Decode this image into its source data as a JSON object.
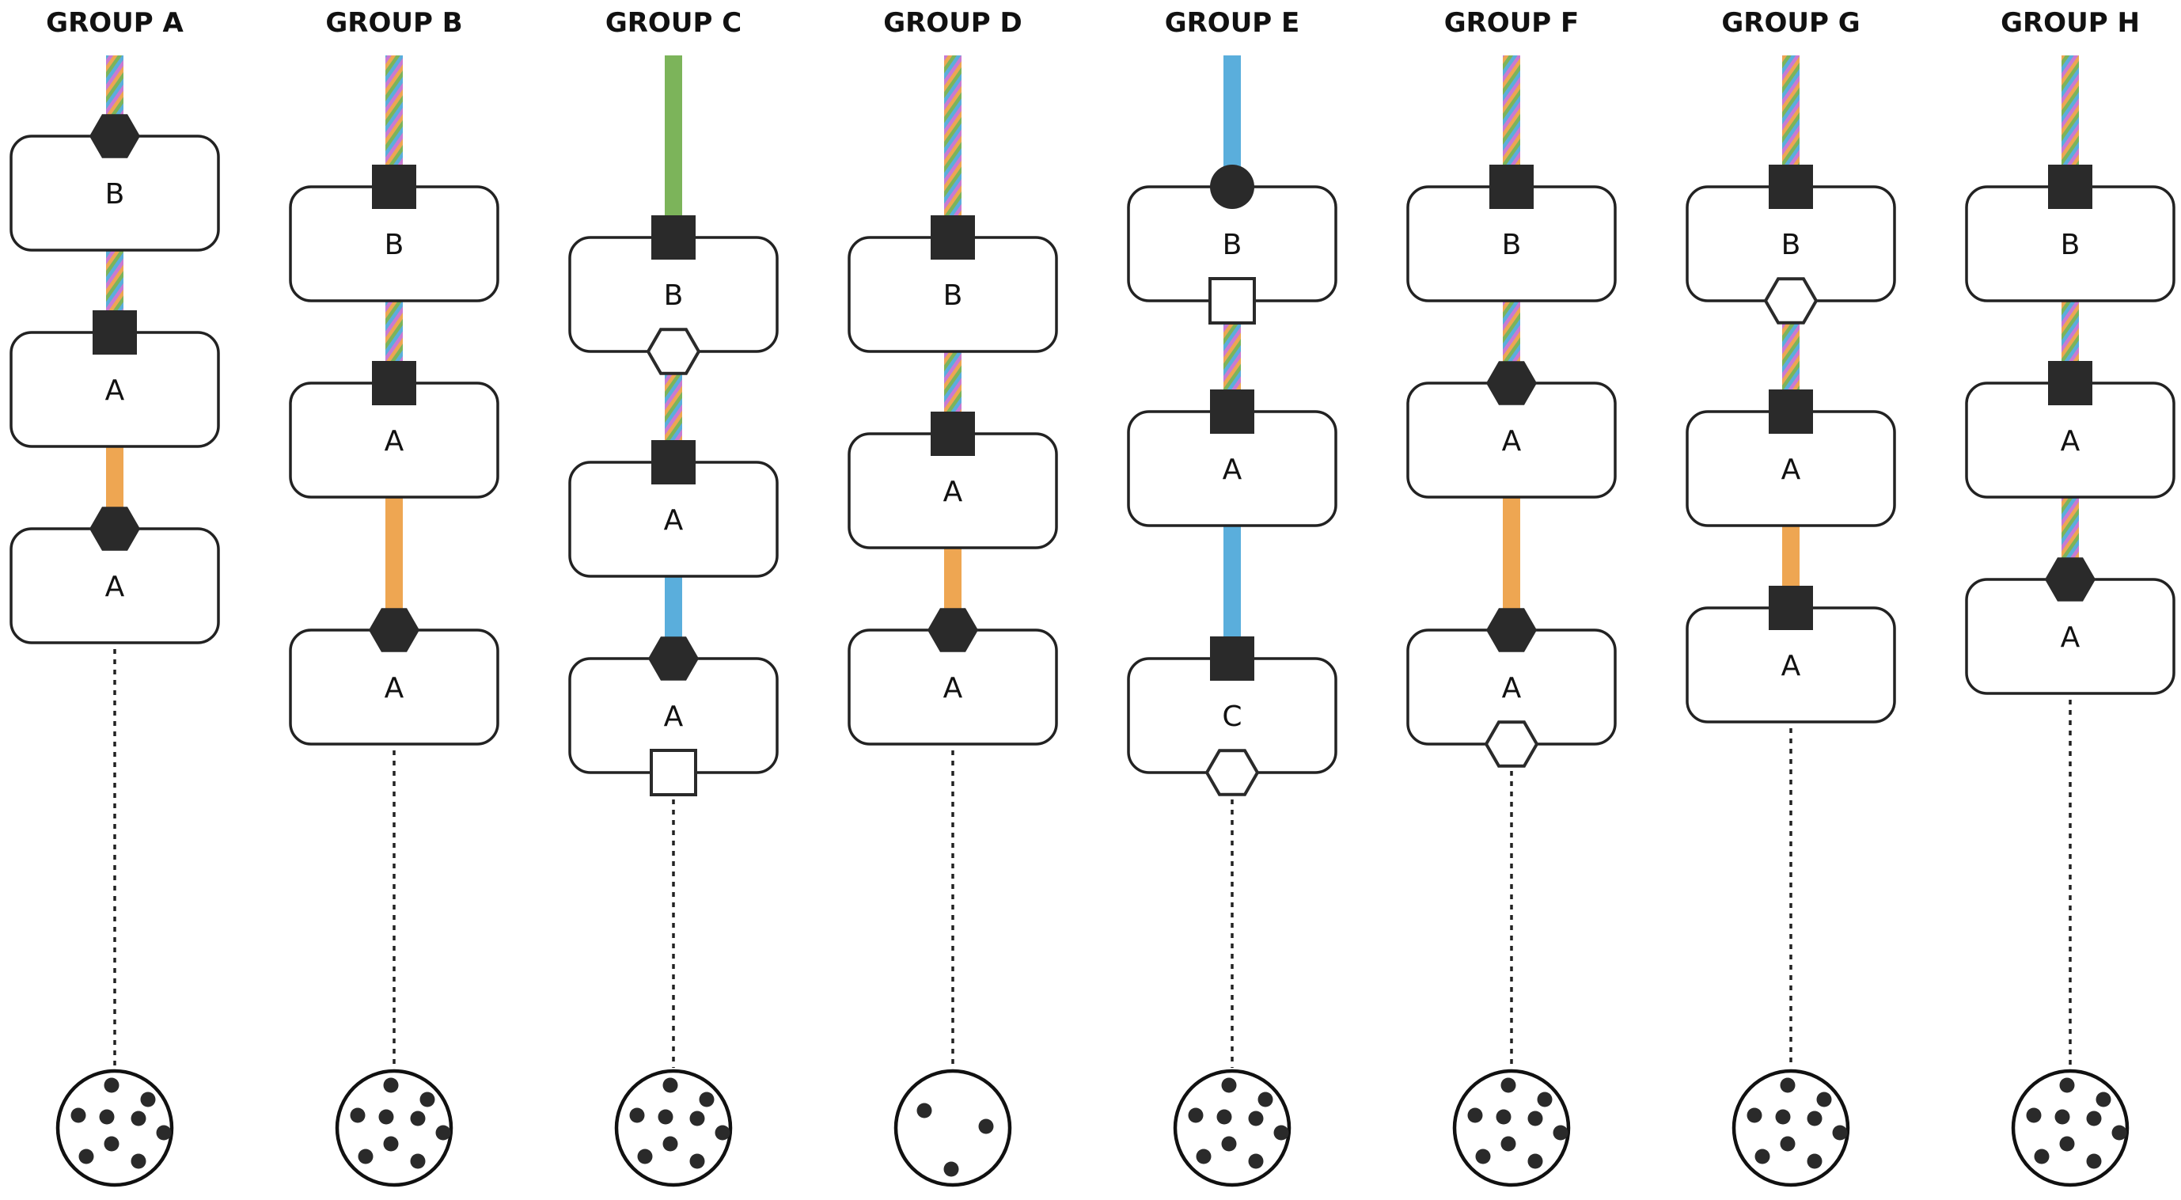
{
  "palette": {
    "green": "#7cb45a",
    "blue": "#5aaedc",
    "orange": "#eea652",
    "dark": "#2a2a2a",
    "rainbow": [
      "#7cb45a",
      "#5aaedc",
      "#c97ad2",
      "#eea652"
    ]
  },
  "groups": [
    {
      "title": "GROUP A",
      "top_link": "rainbow",
      "modules": [
        {
          "label": "B",
          "top": "hexagon-filled",
          "bottom": null
        },
        {
          "label": "A",
          "top": "square-filled",
          "bottom": null
        },
        {
          "label": "A",
          "top": "hexagon-filled",
          "bottom": null
        }
      ],
      "links": [
        "rainbow",
        "orange"
      ],
      "dots": 9
    },
    {
      "title": "GROUP B",
      "top_link": "rainbow",
      "modules": [
        {
          "label": "B",
          "top": "square-filled",
          "bottom": null
        },
        {
          "label": "A",
          "top": "square-filled",
          "bottom": null
        },
        {
          "label": "A",
          "top": "hexagon-filled",
          "bottom": null
        }
      ],
      "links": [
        "rainbow",
        "orange"
      ],
      "dots": 9
    },
    {
      "title": "GROUP C",
      "top_link": "green",
      "modules": [
        {
          "label": "B",
          "top": "square-filled",
          "bottom": "hexagon-open"
        },
        {
          "label": "A",
          "top": "square-filled",
          "bottom": null
        },
        {
          "label": "A",
          "top": "hexagon-filled",
          "bottom": "square-open"
        }
      ],
      "links": [
        "rainbow",
        "blue"
      ],
      "dots": 9
    },
    {
      "title": "GROUP D",
      "top_link": "rainbow",
      "modules": [
        {
          "label": "B",
          "top": "square-filled",
          "bottom": null
        },
        {
          "label": "A",
          "top": "square-filled",
          "bottom": null
        },
        {
          "label": "A",
          "top": "hexagon-filled",
          "bottom": null
        }
      ],
      "links": [
        "rainbow",
        "orange"
      ],
      "dots": 3
    },
    {
      "title": "GROUP E",
      "top_link": "blue",
      "modules": [
        {
          "label": "B",
          "top": "circle-filled",
          "bottom": "square-open"
        },
        {
          "label": "A",
          "top": "square-filled",
          "bottom": null
        },
        {
          "label": "C",
          "top": "square-filled",
          "bottom": "hexagon-open"
        }
      ],
      "links": [
        "rainbow",
        "blue"
      ],
      "dots": 9
    },
    {
      "title": "GROUP F",
      "top_link": "rainbow",
      "modules": [
        {
          "label": "B",
          "top": "square-filled",
          "bottom": null
        },
        {
          "label": "A",
          "top": "hexagon-filled",
          "bottom": null
        },
        {
          "label": "A",
          "top": "hexagon-filled",
          "bottom": "hexagon-open"
        }
      ],
      "links": [
        "rainbow",
        "orange"
      ],
      "dots": 9
    },
    {
      "title": "GROUP G",
      "top_link": "rainbow",
      "modules": [
        {
          "label": "B",
          "top": "square-filled",
          "bottom": "hexagon-open"
        },
        {
          "label": "A",
          "top": "square-filled",
          "bottom": null
        },
        {
          "label": "A",
          "top": "square-filled",
          "bottom": null
        }
      ],
      "links": [
        "rainbow",
        "orange"
      ],
      "dots": 9
    },
    {
      "title": "GROUP H",
      "top_link": "rainbow",
      "modules": [
        {
          "label": "B",
          "top": "square-filled",
          "bottom": null
        },
        {
          "label": "A",
          "top": "square-filled",
          "bottom": null
        },
        {
          "label": "A",
          "top": "hexagon-filled",
          "bottom": null
        }
      ],
      "links": [
        "rainbow",
        "rainbow"
      ],
      "dots": 9
    }
  ]
}
